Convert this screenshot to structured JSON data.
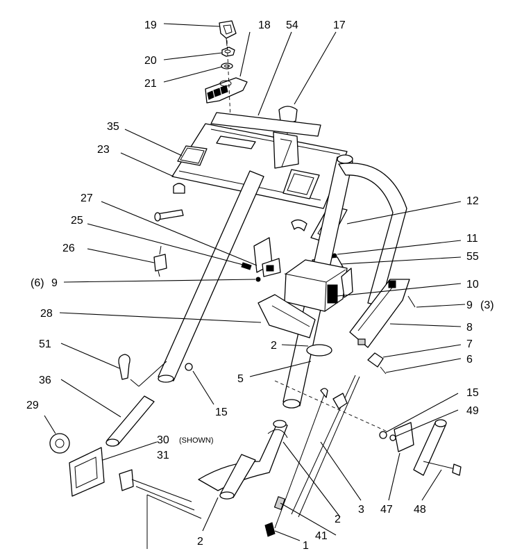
{
  "callouts": [
    {
      "id": "c19",
      "text": "19"
    },
    {
      "id": "c18",
      "text": "18"
    },
    {
      "id": "c54",
      "text": "54"
    },
    {
      "id": "c17",
      "text": "17"
    },
    {
      "id": "c20",
      "text": "20"
    },
    {
      "id": "c21",
      "text": "21"
    },
    {
      "id": "c35",
      "text": "35"
    },
    {
      "id": "c23",
      "text": "23"
    },
    {
      "id": "c12",
      "text": "12"
    },
    {
      "id": "c27",
      "text": "27"
    },
    {
      "id": "c25",
      "text": "25"
    },
    {
      "id": "c11",
      "text": "11"
    },
    {
      "id": "c26",
      "text": "26"
    },
    {
      "id": "c55",
      "text": "55"
    },
    {
      "id": "c6a",
      "text": "(6)"
    },
    {
      "id": "c9a",
      "text": "9"
    },
    {
      "id": "c10",
      "text": "10"
    },
    {
      "id": "c9b",
      "text": "9"
    },
    {
      "id": "c3b",
      "text": "(3)"
    },
    {
      "id": "c28",
      "text": "28"
    },
    {
      "id": "c8",
      "text": "8"
    },
    {
      "id": "c2a",
      "text": "2"
    },
    {
      "id": "c7",
      "text": "7"
    },
    {
      "id": "c51",
      "text": "51"
    },
    {
      "id": "c6",
      "text": "6"
    },
    {
      "id": "c5",
      "text": "5"
    },
    {
      "id": "c36",
      "text": "36"
    },
    {
      "id": "c15a",
      "text": "15"
    },
    {
      "id": "c15b",
      "text": "15"
    },
    {
      "id": "c49",
      "text": "49"
    },
    {
      "id": "c29",
      "text": "29"
    },
    {
      "id": "c30",
      "text": "30"
    },
    {
      "id": "c30note",
      "text": "(SHOWN)"
    },
    {
      "id": "c31",
      "text": "31"
    },
    {
      "id": "c2b",
      "text": "2"
    },
    {
      "id": "c3",
      "text": "3"
    },
    {
      "id": "c47",
      "text": "47"
    },
    {
      "id": "c48",
      "text": "48"
    },
    {
      "id": "c41",
      "text": "41"
    },
    {
      "id": "c2c",
      "text": "2"
    },
    {
      "id": "c1",
      "text": "1"
    }
  ]
}
